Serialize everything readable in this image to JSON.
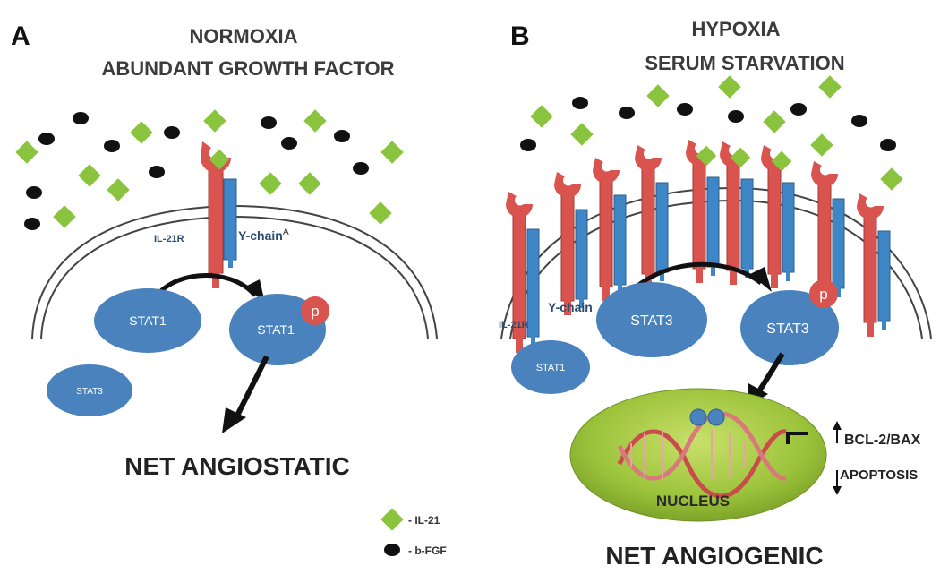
{
  "panel_a": {
    "letter": "A",
    "title_line1": "NORMOXIA",
    "title_line2": "ABUNDANT GROWTH FACTOR",
    "receptor_label": "IL-21R",
    "chain_label": "Y-chain",
    "chain_mark": "A",
    "stat_unphos": "STAT1",
    "stat_phos": "STAT1",
    "stat_small": "STAT3",
    "phospho": "p",
    "outcome": "NET ANGIOSTATIC"
  },
  "panel_b": {
    "letter": "B",
    "title_line1": "HYPOXIA",
    "title_line2": "SERUM STARVATION",
    "receptor_label": "IL-21R",
    "chain_label": "Y-chain",
    "stat_unphos": "STAT3",
    "stat_phos": "STAT3",
    "stat_small": "STAT1",
    "phospho": "p",
    "nucleus": "NUCLEUS",
    "effect_up": "BCL-2/BAX",
    "effect_down": "APOPTOSIS",
    "outcome": "NET ANGIOGENIC"
  },
  "legend": {
    "il21": "- IL-21",
    "bfgf": "- b-FGF"
  },
  "colors": {
    "receptor_red": "#d9534f",
    "chain_blue": "#3f86c6",
    "stat_blue": "#4a82bd",
    "phospho_red": "#d9534f",
    "il21_green": "#8ac43f",
    "bfgf_black": "#111111",
    "nucleus_green": "#9cc33b",
    "dna_red": "#c94b4b",
    "title_text": "#3b3b3b",
    "outcome_text": "#222222"
  }
}
